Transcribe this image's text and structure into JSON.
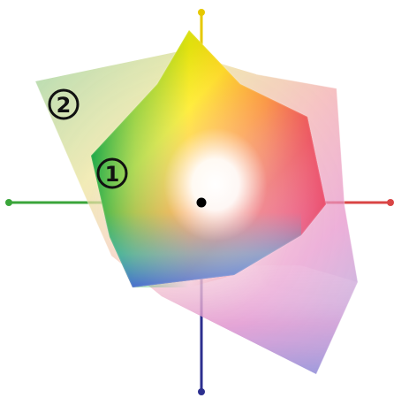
{
  "title": "",
  "labels": {
    "outer_gamut": "2",
    "inner_gamut": "1"
  },
  "axes": {
    "vertical_top_color": "#e6c800",
    "vertical_bottom_color": "#2c2f8f",
    "horizontal_left_color": "#3aa53a",
    "horizontal_right_color": "#d94545"
  },
  "colors": {
    "outer_green": "#7fc98c",
    "outer_yellow": "#f1df5f",
    "outer_red": "#ef7d86",
    "outer_magenta": "#d66ab5",
    "outer_blue": "#7aa0d8",
    "inner_yellow": "#f7f300",
    "inner_orange": "#ff8f00",
    "inner_red": "#e33b3b",
    "inner_magenta": "#e04aa8",
    "inner_blue": "#3d5cdb",
    "inner_cyan": "#13b6cf",
    "inner_green": "#2eb64d",
    "center_white": "#ffffff",
    "origin_black": "#000000"
  },
  "icons": {
    "outer_badge": "circled-digit-two",
    "inner_badge": "circled-digit-one"
  }
}
